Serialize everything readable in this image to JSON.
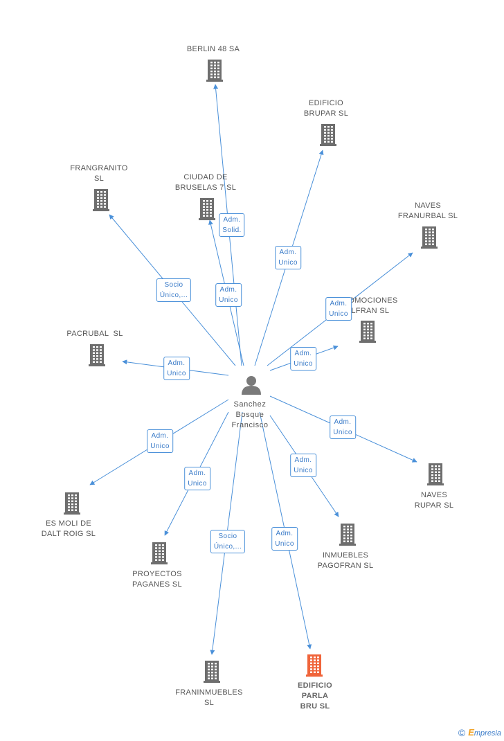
{
  "diagram": {
    "colors": {
      "edge": "#4a90d9",
      "building": "#6e6e6e",
      "building_highlight": "#f0643a",
      "person": "#7a7a7a"
    },
    "center": {
      "name": "Sanchez\nBosque\nFrancisco",
      "icon": "person-icon"
    },
    "companies": [
      {
        "id": "berlin",
        "label": "BERLIN 48 SA",
        "icon": "building-icon"
      },
      {
        "id": "edificio-brupar",
        "label": "EDIFICIO\nBRUPAR SL",
        "icon": "building-icon"
      },
      {
        "id": "frangranito",
        "label": "FRANGRANITO\nSL",
        "icon": "building-icon"
      },
      {
        "id": "ciudad-bruselas",
        "label": "CIUDAD DE\nBRUSELAS 7 SL",
        "icon": "building-icon"
      },
      {
        "id": "naves-franurbal",
        "label": "NAVES\nFRANURBAL SL",
        "icon": "building-icon"
      },
      {
        "id": "promociones-alfran",
        "label": "PROMOCIONES\nALFRAN SL",
        "icon": "building-icon"
      },
      {
        "id": "pacrubal",
        "label": "PACRUBAL  SL",
        "icon": "building-icon"
      },
      {
        "id": "naves-rupar",
        "label": "NAVES\nRUPAR SL",
        "icon": "building-icon"
      },
      {
        "id": "es-moli",
        "label": "ES MOLI DE\nDALT ROIG SL",
        "icon": "building-icon"
      },
      {
        "id": "inmuebles-pagofran",
        "label": "INMUEBLES\nPAGOFRAN SL",
        "icon": "building-icon"
      },
      {
        "id": "proyectos-paganes",
        "label": "PROYECTOS\nPAGANES SL",
        "icon": "building-icon"
      },
      {
        "id": "franinmuebles",
        "label": "FRANINMUEBLES\nSL",
        "icon": "building-icon"
      },
      {
        "id": "edificio-parla",
        "label": "EDIFICIO\nPARLA\nBRU SL",
        "icon": "building-icon",
        "highlight": true
      }
    ],
    "relations": [
      {
        "to": "berlin",
        "label": "Adm.\nSolid."
      },
      {
        "to": "edificio-brupar",
        "label": "Adm.\nUnico"
      },
      {
        "to": "frangranito",
        "label": "Socio\nÚnico,..."
      },
      {
        "to": "ciudad-bruselas",
        "label": "Adm.\nUnico"
      },
      {
        "to": "naves-franurbal",
        "label": "Adm.\nUnico"
      },
      {
        "to": "promociones-alfran",
        "label": "Adm.\nUnico"
      },
      {
        "to": "pacrubal",
        "label": "Adm.\nUnico"
      },
      {
        "to": "naves-rupar",
        "label": "Adm.\nUnico"
      },
      {
        "to": "es-moli",
        "label": "Adm.\nUnico"
      },
      {
        "to": "inmuebles-pagofran",
        "label": "Adm.\nUnico"
      },
      {
        "to": "proyectos-paganes",
        "label": "Adm.\nUnico"
      },
      {
        "to": "franinmuebles",
        "label": "Socio\nÚnico,..."
      },
      {
        "to": "edificio-parla",
        "label": "Adm.\nUnico"
      }
    ]
  },
  "footer": {
    "copyright_symbol": "©",
    "brand_initial": "E",
    "brand_rest": "mpresia"
  }
}
